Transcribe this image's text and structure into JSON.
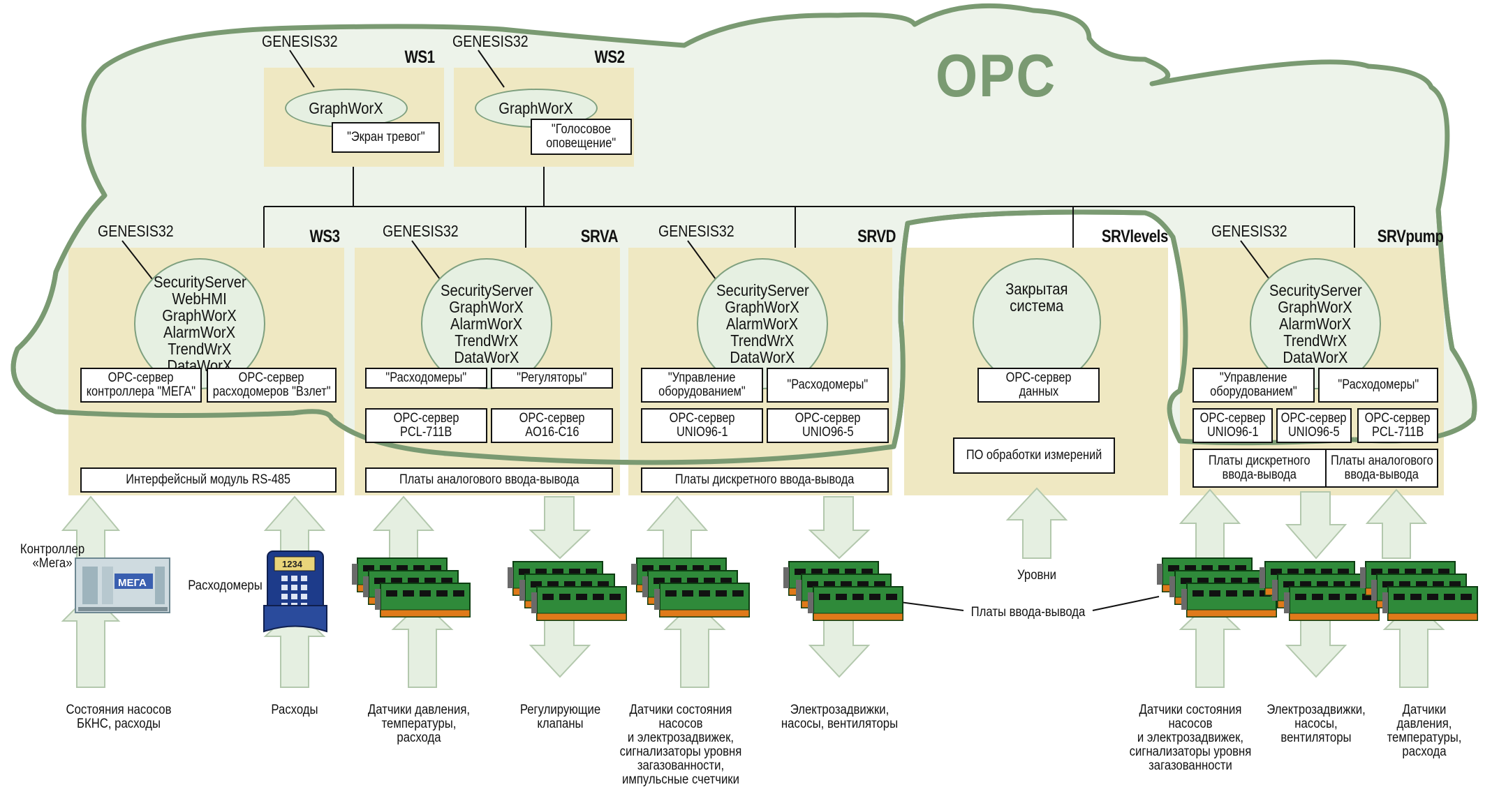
{
  "opc_label": "OPC",
  "genesis": "GENESIS32",
  "ws1": {
    "title": "WS1",
    "app": "GraphWorX",
    "box": "\"Экран тревог\""
  },
  "ws2": {
    "title": "WS2",
    "app": "GraphWorX",
    "box_lines": [
      "\"Голосовое",
      "оповещение\""
    ]
  },
  "ws3": {
    "title": "WS3",
    "apps": [
      "SecurityServer",
      "WebHMI",
      "GraphWorX",
      "AlarmWorX",
      "TrendWrX",
      "DataWorX"
    ],
    "box1": [
      "OPC-сервер",
      "контроллера \"МЕГА\""
    ],
    "box2": [
      "OPC-сервер",
      "расходомеров \"Взлет\""
    ],
    "bottom": "Интерфейсный модуль RS-485"
  },
  "srva": {
    "title": "SRVA",
    "apps": [
      "SecurityServer",
      "GraphWorX",
      "AlarmWorX",
      "TrendWrX",
      "DataWorX"
    ],
    "box1": "\"Расходомеры\"",
    "box2": "\"Регуляторы\"",
    "box3": [
      "OPC-сервер",
      "PCL-711B"
    ],
    "box4": [
      "OPC-сервер",
      "AO16-C16"
    ],
    "bottom": "Платы аналогового ввода-вывода"
  },
  "srvd": {
    "title": "SRVD",
    "apps": [
      "SecurityServer",
      "GraphWorX",
      "AlarmWorX",
      "TrendWrX",
      "DataWorX"
    ],
    "box1": [
      "\"Управление",
      "оборудованием\""
    ],
    "box2": "\"Расходомеры\"",
    "box3": [
      "OPC-сервер",
      "UNIO96-1"
    ],
    "box4": [
      "OPC-сервер",
      "UNIO96-5"
    ],
    "bottom": "Платы дискретного ввода-вывода"
  },
  "srvlevels": {
    "title": "SRVlevels",
    "apps": [
      "Закрытая",
      "система"
    ],
    "box1": [
      "OPC-сервер",
      "данных"
    ],
    "box2": "ПО обработки измерений"
  },
  "srvpump": {
    "title": "SRVpump",
    "apps": [
      "SecurityServer",
      "GraphWorX",
      "AlarmWorX",
      "TrendWrX",
      "DataWorX"
    ],
    "box1": [
      "\"Управление",
      "оборудованием\""
    ],
    "box2": "\"Расходомеры\"",
    "box3": [
      "OPC-сервер",
      "UNIO96-1"
    ],
    "box4": [
      "OPC-сервер",
      "UNIO96-5"
    ],
    "box5": [
      "OPC-сервер",
      "PCL-711B"
    ],
    "box6": [
      "Платы дискретного",
      "ввода-вывода"
    ],
    "box7": [
      "Платы аналогового",
      "ввода-вывода"
    ]
  },
  "devices": {
    "controller_label": [
      "Контроллер",
      "«Мега»"
    ],
    "controller_logo": "МЕГА",
    "flowmeter_label": "Расходомеры",
    "flowmeter_display": "1234",
    "levels_label": "Уровни",
    "io_boards_label": "Платы ввода-вывода"
  },
  "captions": {
    "c1": [
      "Состояния насосов",
      "БКНС, расходы"
    ],
    "c2": [
      "Расходы"
    ],
    "c3": [
      "Датчики давления,",
      "температуры,",
      "расхода"
    ],
    "c4": [
      "Регулирующие",
      "клапаны"
    ],
    "c5": [
      "Датчики состояния",
      "насосов",
      "и электрозадвижек,",
      "сигнализаторы уровня",
      "загазованности,",
      "импульсные счетчики"
    ],
    "c6": [
      "Электрозадвижки,",
      "насосы, вентиляторы"
    ],
    "c7": [
      "Датчики состояния",
      "насосов",
      "и электрозадвижек,",
      "сигнализаторы уровня",
      "загазованности"
    ],
    "c8": [
      "Электрозадвижки,",
      "насосы,",
      "вентиляторы"
    ],
    "c9": [
      "Датчики",
      "давления,",
      "температуры,",
      "расхода"
    ]
  },
  "colors": {
    "panel": "#efe8c2",
    "cloud_fill": "#edf3ea",
    "cloud_stroke": "#7a9a72",
    "arrow_fill": "#e5efe1",
    "arrow_stroke": "#b3c8ad",
    "board_green": "#2f8a3a",
    "board_pins": "#e07a1a"
  }
}
